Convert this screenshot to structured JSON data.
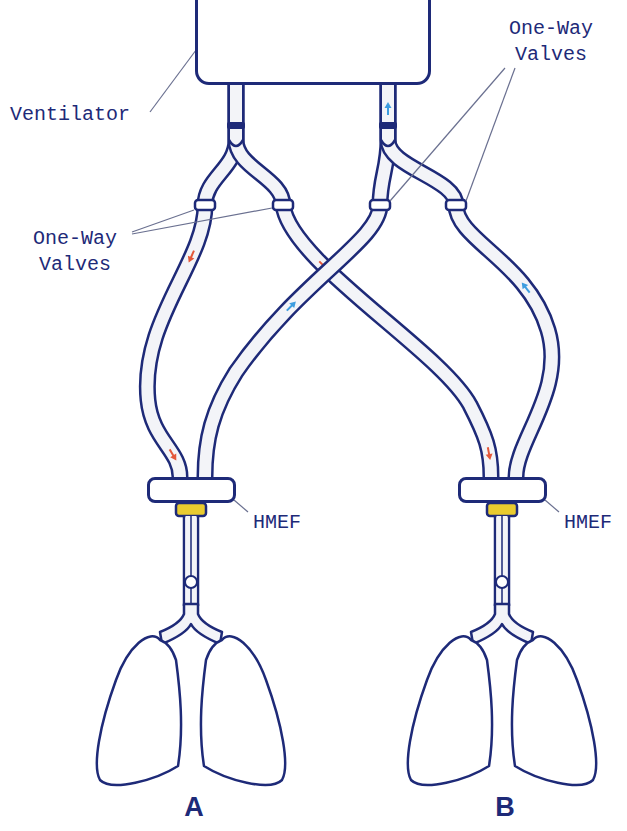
{
  "diagram": {
    "nodes": [
      {
        "text": [
          "Ventilator"
        ]
      },
      {
        "text": [
          "HMEF"
        ]
      },
      {
        "text": [
          "HMEF"
        ]
      }
    ],
    "edges": [
      {
        "from": 0,
        "to": 1,
        "arrow": "to"
      },
      {
        "from": 0,
        "to": 2,
        "arrow": "to"
      },
      {
        "from": 1,
        "to": 0,
        "arrow": "to"
      },
      {
        "from": 2,
        "to": 0,
        "arrow": "to"
      }
    ],
    "labels": [
      "One-Way Valves",
      "One-Way Valves",
      "A",
      "B"
    ]
  }
}
